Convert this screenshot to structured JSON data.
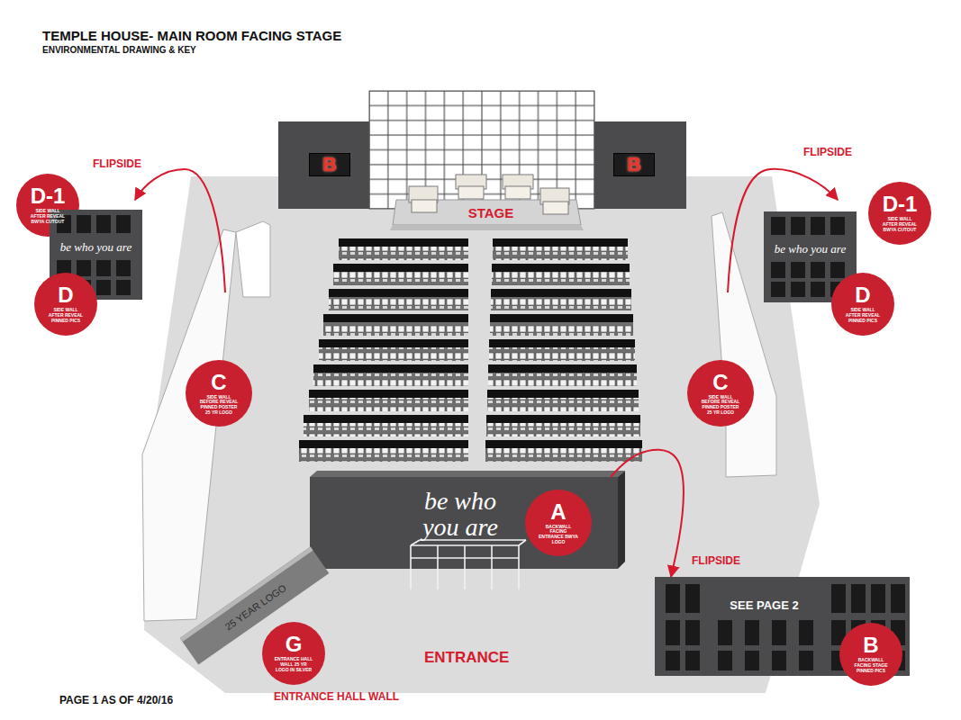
{
  "diagram": {
    "title": "TEMPLE HOUSE- MAIN ROOM FACING STAGE",
    "nodes": [
      {
        "text": [
          "B"
        ]
      },
      {
        "text": [
          "B"
        ]
      },
      {
        "text": [
          "D-1",
          "SIDE WALL AFTER REVEAL BWYA CUTOUT"
        ]
      },
      {
        "text": [
          "be who you are"
        ]
      },
      {
        "text": [
          "D-1",
          "SIDE WALL AFTER REVEAL BWYA CUTOUT"
        ]
      },
      {
        "text": [
          "be who you are"
        ]
      },
      {
        "text": [
          "D",
          "SIDE WALL AFTER REVEAL PINNED PICS"
        ]
      },
      {
        "text": [
          "D",
          "SIDE WALL AFTER REVEAL PINNED PICS"
        ]
      },
      {
        "text": [
          "C",
          "SIDE WALL BEFORE REVEAL PINNED POSTER 25 YR LOGO"
        ]
      },
      {
        "text": [
          "C",
          "SIDE WALL BEFORE REVEAL PINNED POSTER 25 YR LOGO"
        ]
      },
      {
        "text": [
          "be who you are"
        ]
      },
      {
        "text": [
          "A",
          "BACKWALL FACING ENTRANCE BWYA LOGO"
        ],
        "in": 10
      },
      {
        "text": [
          "25 YEAR LOGO"
        ]
      },
      {
        "text": [
          "G",
          "ENTRANCE HALL WALL 25 YR LOGO IN SILVER"
        ]
      },
      {
        "text": [
          "SEE PAGE 2"
        ]
      },
      {
        "text": [
          "B",
          "BACKWALL FACING STAGE PINNED PICS"
        ]
      }
    ],
    "edges": [
      {
        "from": 10,
        "to": 14,
        "arrow": "to",
        "label": "FLIPSIDE"
      }
    ],
    "labels": [
      "ENVIRONMENTAL DRAWING & KEY",
      "STAGE",
      "FLIPSIDE",
      "FLIPSIDE",
      "ENTRANCE",
      "ENTRANCE HALL WALL",
      "PAGE 1 AS OF 4/20/16"
    ]
  }
}
